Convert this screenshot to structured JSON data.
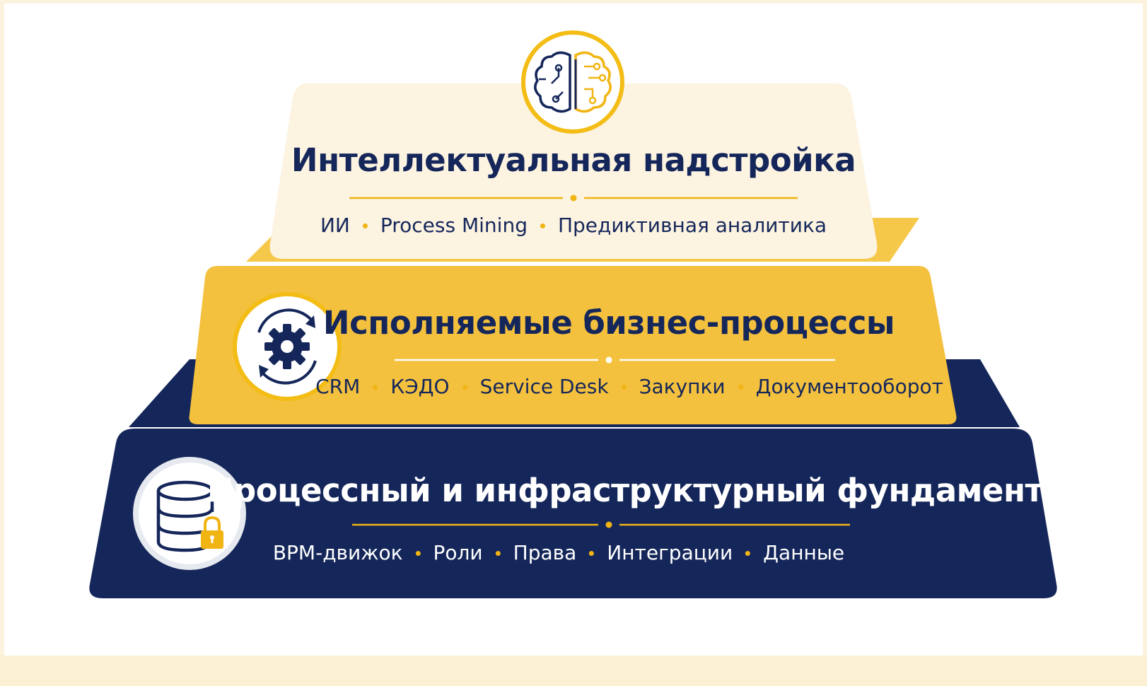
{
  "colors": {
    "navy": "#15275a",
    "gold": "#f4c13e",
    "cream": "#fcf3e1",
    "accent": "#f0b413"
  },
  "layers": [
    {
      "title": "Интеллектуальная надстройка",
      "icon": "brain-circuit-icon",
      "items": [
        "ИИ",
        "Process Mining",
        "Предиктивная аналитика"
      ]
    },
    {
      "title": "Исполняемые бизнес-процессы",
      "icon": "gear-cycle-icon",
      "items": [
        "CRM",
        "КЭДО",
        "Service Desk",
        "Закупки",
        "Документооборот"
      ]
    },
    {
      "title": "Процессный и инфраструктурный фундамент",
      "icon": "database-lock-icon",
      "items": [
        "BPM-движок",
        "Роли",
        "Права",
        "Интеграции",
        "Данные"
      ]
    }
  ]
}
